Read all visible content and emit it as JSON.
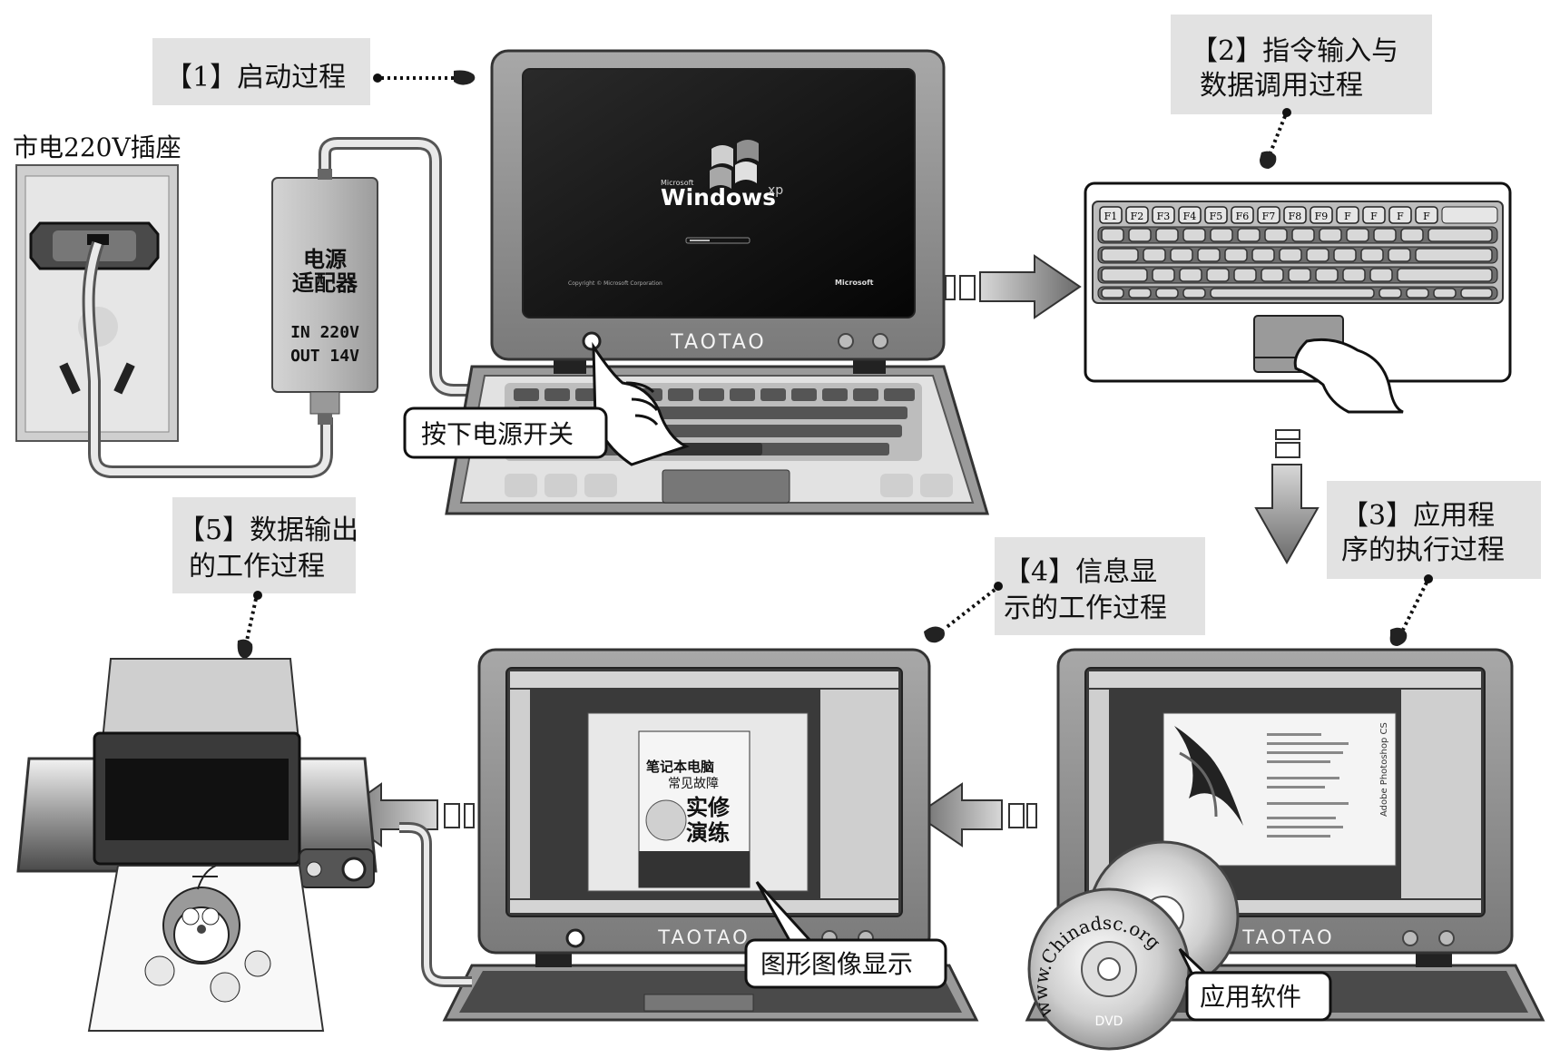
{
  "steps": {
    "step1": "【1】启动过程",
    "step2_line1": "【2】指令输入与",
    "step2_line2": "数据调用过程",
    "step3_line1": "【3】应用程",
    "step3_line2": "序的执行过程",
    "step4_line1": "【4】信息显",
    "step4_line2": "示的工作过程",
    "step5_line1": "【5】数据输出",
    "step5_line2": "的工作过程"
  },
  "labels": {
    "socket": "市电220V插座",
    "adapter_line1": "电源",
    "adapter_line2": "适配器",
    "adapter_in": "IN 220V",
    "adapter_out": "OUT 14V",
    "power_button": "按下电源开关",
    "graphics_display": "图形图像显示",
    "app_software": "应用软件"
  },
  "laptop": {
    "brand": "TAOTAO",
    "os_vendor": "Microsoft",
    "os_name": "Windows",
    "os_edition": "xp",
    "copyright": "Copyright © Microsoft Corporation",
    "microsoft_logo_text": "Microsoft"
  },
  "book": {
    "title_line1": "笔记本电脑",
    "title_line2": "常见故障",
    "title_line3": "实修",
    "title_line4": "演练"
  },
  "software": {
    "product": "Adobe Photoshop CS"
  },
  "disc": {
    "url": "www.Chinadsc.org",
    "format": "DVD"
  },
  "keyboard": {
    "fkeys": [
      "F1",
      "F2",
      "F3",
      "F4",
      "F5",
      "F6",
      "F7",
      "F8",
      "F9",
      "F",
      "F",
      "F",
      "F"
    ]
  },
  "colors": {
    "label_bg": "#e2e2e2",
    "bezel": "#8c8c8c",
    "screen": "#111111",
    "arrow": "#8a8a8a"
  }
}
